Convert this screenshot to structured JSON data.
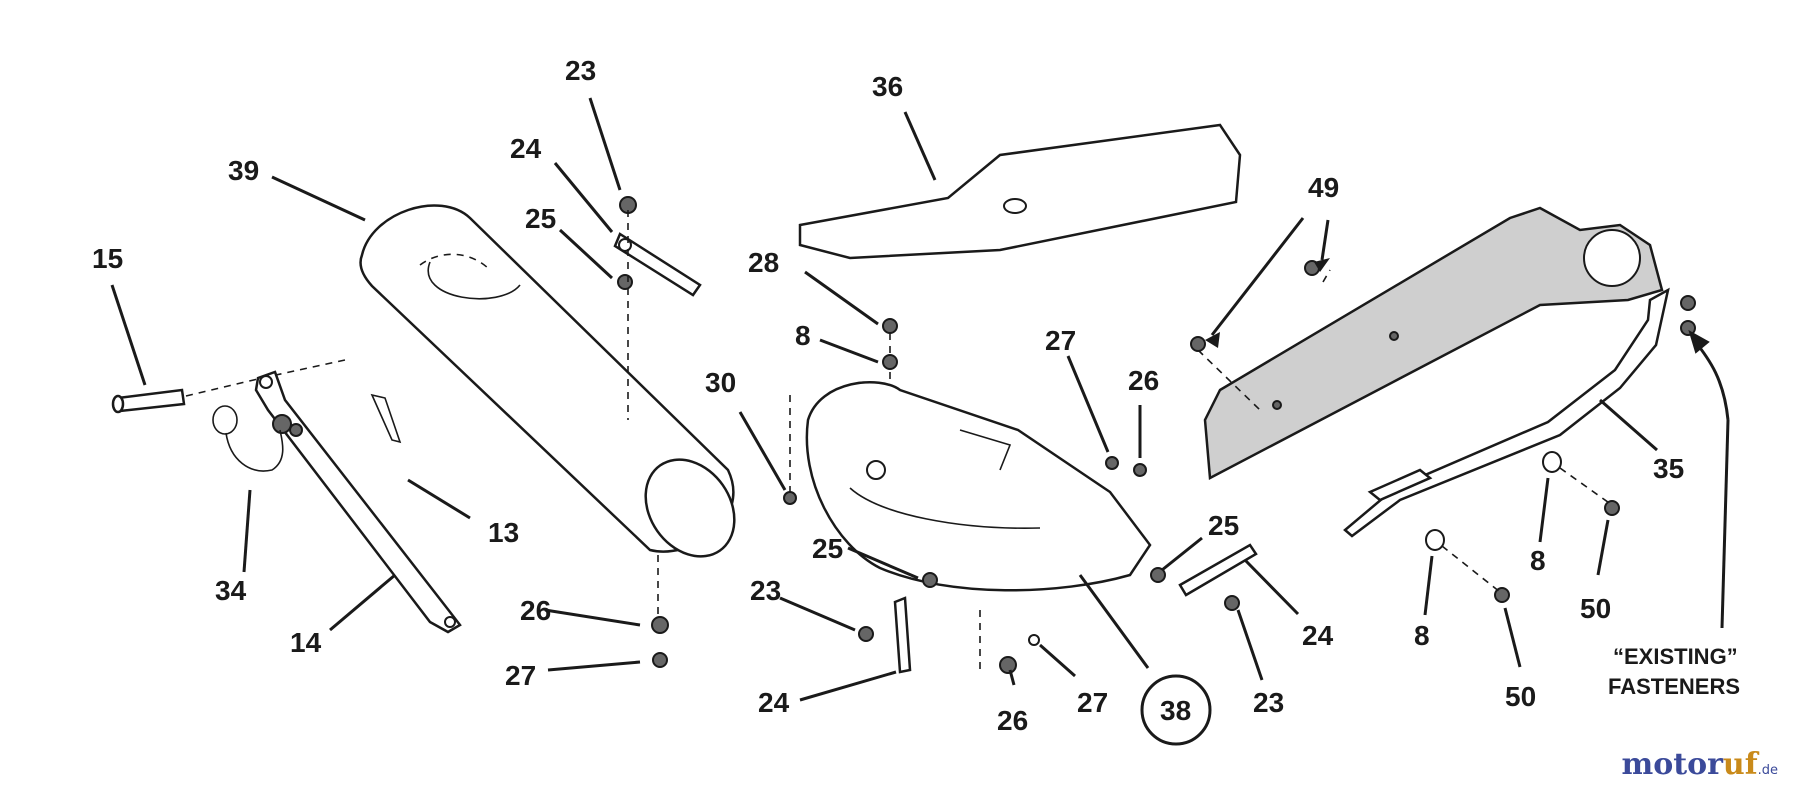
{
  "callouts": {
    "c15": "15",
    "c14": "14",
    "c34": "34",
    "c13": "13",
    "c39": "39",
    "c23a": "23",
    "c24a": "24",
    "c25a": "25",
    "c26a": "26",
    "c27a": "27",
    "c36": "36",
    "c28": "28",
    "c8a": "8",
    "c30": "30",
    "c27b": "27",
    "c26b": "26",
    "c25b": "25",
    "c23b": "23",
    "c24b": "24",
    "c25c": "25",
    "c24c": "24",
    "c23c": "23",
    "c26c": "26",
    "c27c": "27",
    "c38": "38",
    "c49": "49",
    "c35": "35",
    "c8b": "8",
    "c8c": "8",
    "c50a": "50",
    "c50b": "50"
  },
  "note": {
    "line1": "“EXISTING”",
    "line2": "FASTENERS"
  },
  "watermark": {
    "part1": "motor",
    "part2": "uf",
    "tld": ".de"
  }
}
